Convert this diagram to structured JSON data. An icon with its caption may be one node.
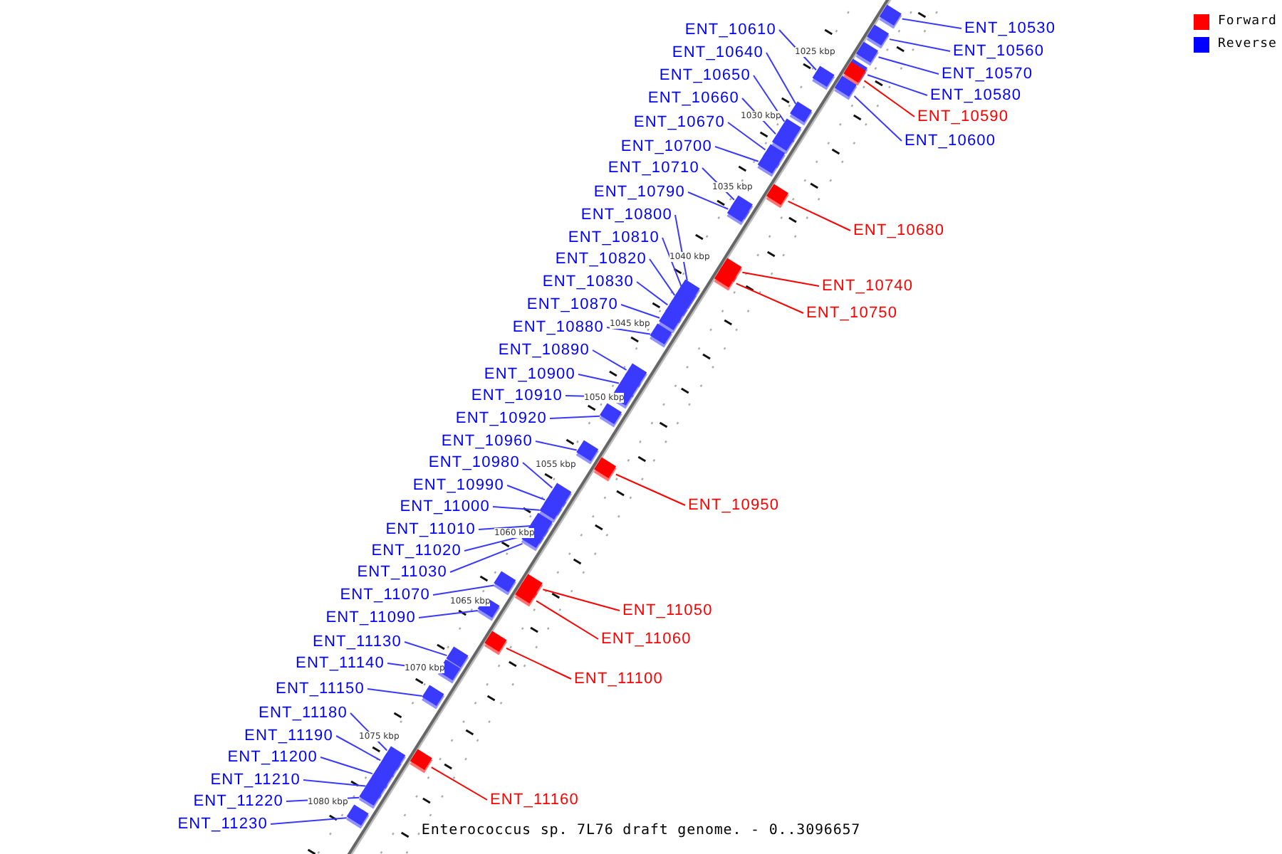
{
  "diagram": {
    "caption": "Enterococcus sp. 7L76 draft genome. - 0..3096657",
    "nodes": [
      {
        "text": [
          "ENT_10610"
        ]
      },
      {
        "text": [
          "ENT_10640"
        ]
      },
      {
        "text": [
          "ENT_10650"
        ]
      },
      {
        "text": [
          "ENT_10660"
        ]
      },
      {
        "text": [
          "ENT_10670"
        ]
      },
      {
        "text": [
          "ENT_10700"
        ]
      },
      {
        "text": [
          "ENT_10710"
        ]
      },
      {
        "text": [
          "ENT_10790"
        ]
      },
      {
        "text": [
          "ENT_10800"
        ]
      },
      {
        "text": [
          "ENT_10810"
        ]
      },
      {
        "text": [
          "ENT_10820"
        ]
      },
      {
        "text": [
          "ENT_10830"
        ]
      },
      {
        "text": [
          "ENT_10870"
        ]
      },
      {
        "text": [
          "ENT_10880"
        ]
      },
      {
        "text": [
          "ENT_10890"
        ]
      },
      {
        "text": [
          "ENT_10900"
        ]
      },
      {
        "text": [
          "ENT_10910"
        ]
      },
      {
        "text": [
          "ENT_10920"
        ]
      },
      {
        "text": [
          "ENT_10960"
        ]
      },
      {
        "text": [
          "ENT_10980"
        ]
      },
      {
        "text": [
          "ENT_10990"
        ]
      },
      {
        "text": [
          "ENT_11000"
        ]
      },
      {
        "text": [
          "ENT_11010"
        ]
      },
      {
        "text": [
          "ENT_11020"
        ]
      },
      {
        "text": [
          "ENT_11030"
        ]
      },
      {
        "text": [
          "ENT_11070"
        ]
      },
      {
        "text": [
          "ENT_11090"
        ]
      },
      {
        "text": [
          "ENT_11130"
        ]
      },
      {
        "text": [
          "ENT_11140"
        ]
      },
      {
        "text": [
          "ENT_11150"
        ]
      },
      {
        "text": [
          "ENT_11180"
        ]
      },
      {
        "text": [
          "ENT_11190"
        ]
      },
      {
        "text": [
          "ENT_11200"
        ]
      },
      {
        "text": [
          "ENT_11210"
        ]
      },
      {
        "text": [
          "ENT_11220"
        ]
      },
      {
        "text": [
          "ENT_11230"
        ]
      },
      {
        "text": [
          "ENT_10530"
        ]
      },
      {
        "text": [
          "ENT_10560"
        ]
      },
      {
        "text": [
          "ENT_10570"
        ]
      },
      {
        "text": [
          "ENT_10580"
        ]
      },
      {
        "text": [
          "ENT_10590"
        ]
      },
      {
        "text": [
          "ENT_10600"
        ]
      },
      {
        "text": [
          "ENT_10680"
        ]
      },
      {
        "text": [
          "ENT_10740"
        ]
      },
      {
        "text": [
          "ENT_10750"
        ]
      },
      {
        "text": [
          "ENT_10950"
        ]
      },
      {
        "text": [
          "ENT_11050"
        ]
      },
      {
        "text": [
          "ENT_11060"
        ]
      },
      {
        "text": [
          "ENT_11100"
        ]
      },
      {
        "text": [
          "ENT_11160"
        ]
      },
      {
        "text": [],
        "shape": "box"
      },
      {
        "text": [],
        "shape": "box"
      },
      {
        "text": [],
        "shape": "box"
      },
      {
        "text": [],
        "shape": "box"
      },
      {
        "text": [],
        "shape": "box"
      },
      {
        "text": [],
        "shape": "box"
      },
      {
        "text": [],
        "shape": "box"
      },
      {
        "text": [],
        "shape": "box"
      },
      {
        "text": [],
        "shape": "box"
      },
      {
        "text": [],
        "shape": "box"
      },
      {
        "text": [],
        "shape": "box"
      },
      {
        "text": [],
        "shape": "box"
      },
      {
        "text": [],
        "shape": "box"
      },
      {
        "text": [],
        "shape": "box"
      },
      {
        "text": [],
        "shape": "box"
      },
      {
        "text": [],
        "shape": "box"
      },
      {
        "text": [],
        "shape": "box"
      },
      {
        "text": [],
        "shape": "box"
      },
      {
        "text": [],
        "shape": "box"
      },
      {
        "text": [],
        "shape": "box"
      },
      {
        "text": [],
        "shape": "box"
      },
      {
        "text": [],
        "shape": "box"
      },
      {
        "text": [],
        "shape": "box"
      },
      {
        "text": [],
        "shape": "box"
      },
      {
        "text": [],
        "shape": "box"
      },
      {
        "text": [],
        "shape": "box"
      },
      {
        "text": [],
        "shape": "box"
      },
      {
        "text": [],
        "shape": "box"
      },
      {
        "text": [],
        "shape": "box"
      },
      {
        "text": [],
        "shape": "box"
      },
      {
        "text": [],
        "shape": "box"
      },
      {
        "text": [],
        "shape": "box"
      },
      {
        "text": [],
        "shape": "box"
      },
      {
        "text": [],
        "shape": "box"
      },
      {
        "text": [],
        "shape": "box"
      },
      {
        "text": [],
        "shape": "box"
      },
      {
        "text": [],
        "shape": "box"
      },
      {
        "text": [],
        "shape": "box"
      },
      {
        "text": [],
        "shape": "box"
      },
      {
        "text": [],
        "shape": "box"
      },
      {
        "text": [],
        "shape": "box"
      },
      {
        "text": [],
        "shape": "box"
      },
      {
        "text": [],
        "shape": "box"
      },
      {
        "text": [],
        "shape": "box"
      },
      {
        "text": [],
        "shape": "box"
      },
      {
        "text": [],
        "shape": "box"
      },
      {
        "text": [],
        "shape": "box"
      },
      {
        "text": [],
        "shape": "box"
      },
      {
        "text": [],
        "shape": "box"
      },
      {
        "text": [],
        "shape": "box"
      }
    ],
    "edges": [
      {
        "from": 0,
        "to": 50,
        "arrow": "none"
      },
      {
        "from": 1,
        "to": 51,
        "arrow": "none"
      },
      {
        "from": 2,
        "to": 52,
        "arrow": "none"
      },
      {
        "from": 3,
        "to": 53,
        "arrow": "none"
      },
      {
        "from": 4,
        "to": 54,
        "arrow": "none"
      },
      {
        "from": 5,
        "to": 55,
        "arrow": "none"
      },
      {
        "from": 6,
        "to": 56,
        "arrow": "none"
      },
      {
        "from": 7,
        "to": 57,
        "arrow": "none"
      },
      {
        "from": 8,
        "to": 58,
        "arrow": "none"
      },
      {
        "from": 9,
        "to": 59,
        "arrow": "none"
      },
      {
        "from": 10,
        "to": 60,
        "arrow": "none"
      },
      {
        "from": 11,
        "to": 61,
        "arrow": "none"
      },
      {
        "from": 12,
        "to": 62,
        "arrow": "none"
      },
      {
        "from": 13,
        "to": 63,
        "arrow": "none"
      },
      {
        "from": 14,
        "to": 64,
        "arrow": "none"
      },
      {
        "from": 15,
        "to": 65,
        "arrow": "none"
      },
      {
        "from": 16,
        "to": 66,
        "arrow": "none"
      },
      {
        "from": 17,
        "to": 67,
        "arrow": "none"
      },
      {
        "from": 18,
        "to": 68,
        "arrow": "none"
      },
      {
        "from": 19,
        "to": 69,
        "arrow": "none"
      },
      {
        "from": 20,
        "to": 70,
        "arrow": "none"
      },
      {
        "from": 21,
        "to": 71,
        "arrow": "none"
      },
      {
        "from": 22,
        "to": 72,
        "arrow": "none"
      },
      {
        "from": 23,
        "to": 73,
        "arrow": "none"
      },
      {
        "from": 24,
        "to": 74,
        "arrow": "none"
      },
      {
        "from": 25,
        "to": 75,
        "arrow": "none"
      },
      {
        "from": 26,
        "to": 76,
        "arrow": "none"
      },
      {
        "from": 27,
        "to": 77,
        "arrow": "none"
      },
      {
        "from": 28,
        "to": 78,
        "arrow": "none"
      },
      {
        "from": 29,
        "to": 79,
        "arrow": "none"
      },
      {
        "from": 30,
        "to": 80,
        "arrow": "none"
      },
      {
        "from": 31,
        "to": 81,
        "arrow": "none"
      },
      {
        "from": 32,
        "to": 82,
        "arrow": "none"
      },
      {
        "from": 33,
        "to": 83,
        "arrow": "none"
      },
      {
        "from": 34,
        "to": 84,
        "arrow": "none"
      },
      {
        "from": 35,
        "to": 85,
        "arrow": "none"
      },
      {
        "from": 36,
        "to": 86,
        "arrow": "none"
      },
      {
        "from": 37,
        "to": 87,
        "arrow": "none"
      },
      {
        "from": 38,
        "to": 88,
        "arrow": "none"
      },
      {
        "from": 39,
        "to": 89,
        "arrow": "none"
      },
      {
        "from": 40,
        "to": 90,
        "arrow": "none",
        "color": "#ff0000"
      },
      {
        "from": 41,
        "to": 91,
        "arrow": "none"
      },
      {
        "from": 42,
        "to": 92,
        "arrow": "none",
        "color": "#ff0000"
      },
      {
        "from": 43,
        "to": 93,
        "arrow": "none",
        "color": "#ff0000"
      },
      {
        "from": 44,
        "to": 94,
        "arrow": "none",
        "color": "#ff0000"
      },
      {
        "from": 45,
        "to": 95,
        "arrow": "none",
        "color": "#ff0000"
      },
      {
        "from": 46,
        "to": 96,
        "arrow": "none",
        "color": "#ff0000"
      },
      {
        "from": 47,
        "to": 97,
        "arrow": "none",
        "color": "#ff0000"
      },
      {
        "from": 48,
        "to": 98,
        "arrow": "none",
        "color": "#ff0000"
      },
      {
        "from": 49,
        "to": 99,
        "arrow": "none",
        "color": "#ff0000"
      }
    ],
    "labels": [
      "1025 kbp",
      "1030 kbp",
      "1035 kbp",
      "1040 kbp",
      "1045 kbp",
      "1050 kbp",
      "1055 kbp",
      "1060 kbp",
      "1065 kbp",
      "1070 kbp",
      "1075 kbp",
      "1080 kbp"
    ],
    "legend": [
      {
        "text": "Forward",
        "color": "#ff0000"
      },
      {
        "text": "Reverse",
        "color": "#0000ff"
      }
    ]
  }
}
